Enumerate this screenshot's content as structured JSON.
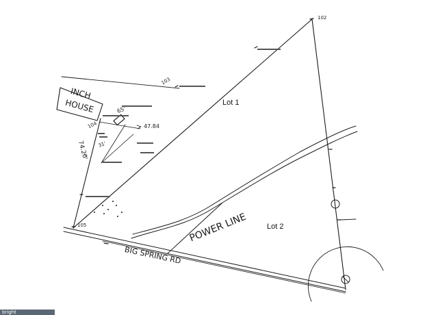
{
  "labels": {
    "lot1": "Lot 1",
    "lot2": "Lot 2",
    "power_line": "POWER LINE",
    "road": "BIG SPRING RD",
    "house_line1": "INCH",
    "house_line2": "HOUSE"
  },
  "markers": {
    "m102": "102",
    "m103": "103",
    "m104": "104",
    "m105": "105"
  },
  "dimensions": {
    "d65": "65'",
    "d4784": "47.84",
    "d31": "31'",
    "d7420": "74.20'"
  },
  "corner_tag": "bright"
}
